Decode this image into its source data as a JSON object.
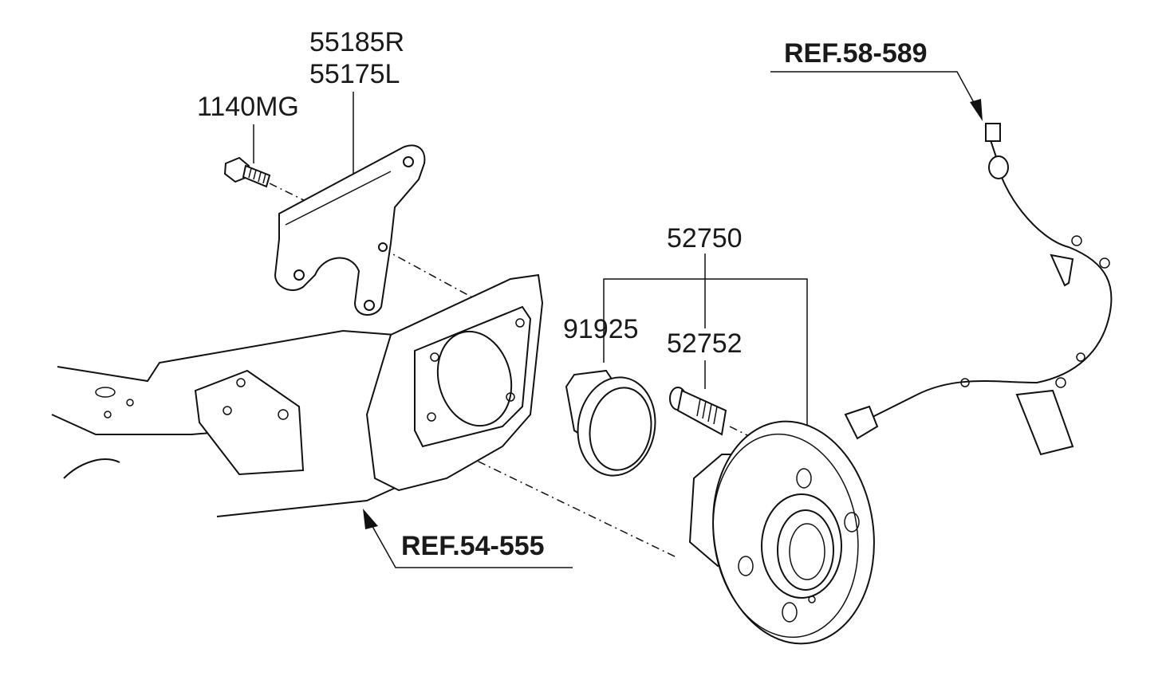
{
  "labels": {
    "bracket_r": "55185R",
    "bracket_l": "55175L",
    "bolt": "1140MG",
    "hub_assembly": "52750",
    "bearing": "91925",
    "hub_bolt": "52752"
  },
  "references": {
    "abs_sensor": "REF.58-589",
    "knuckle": "REF.54-555"
  }
}
